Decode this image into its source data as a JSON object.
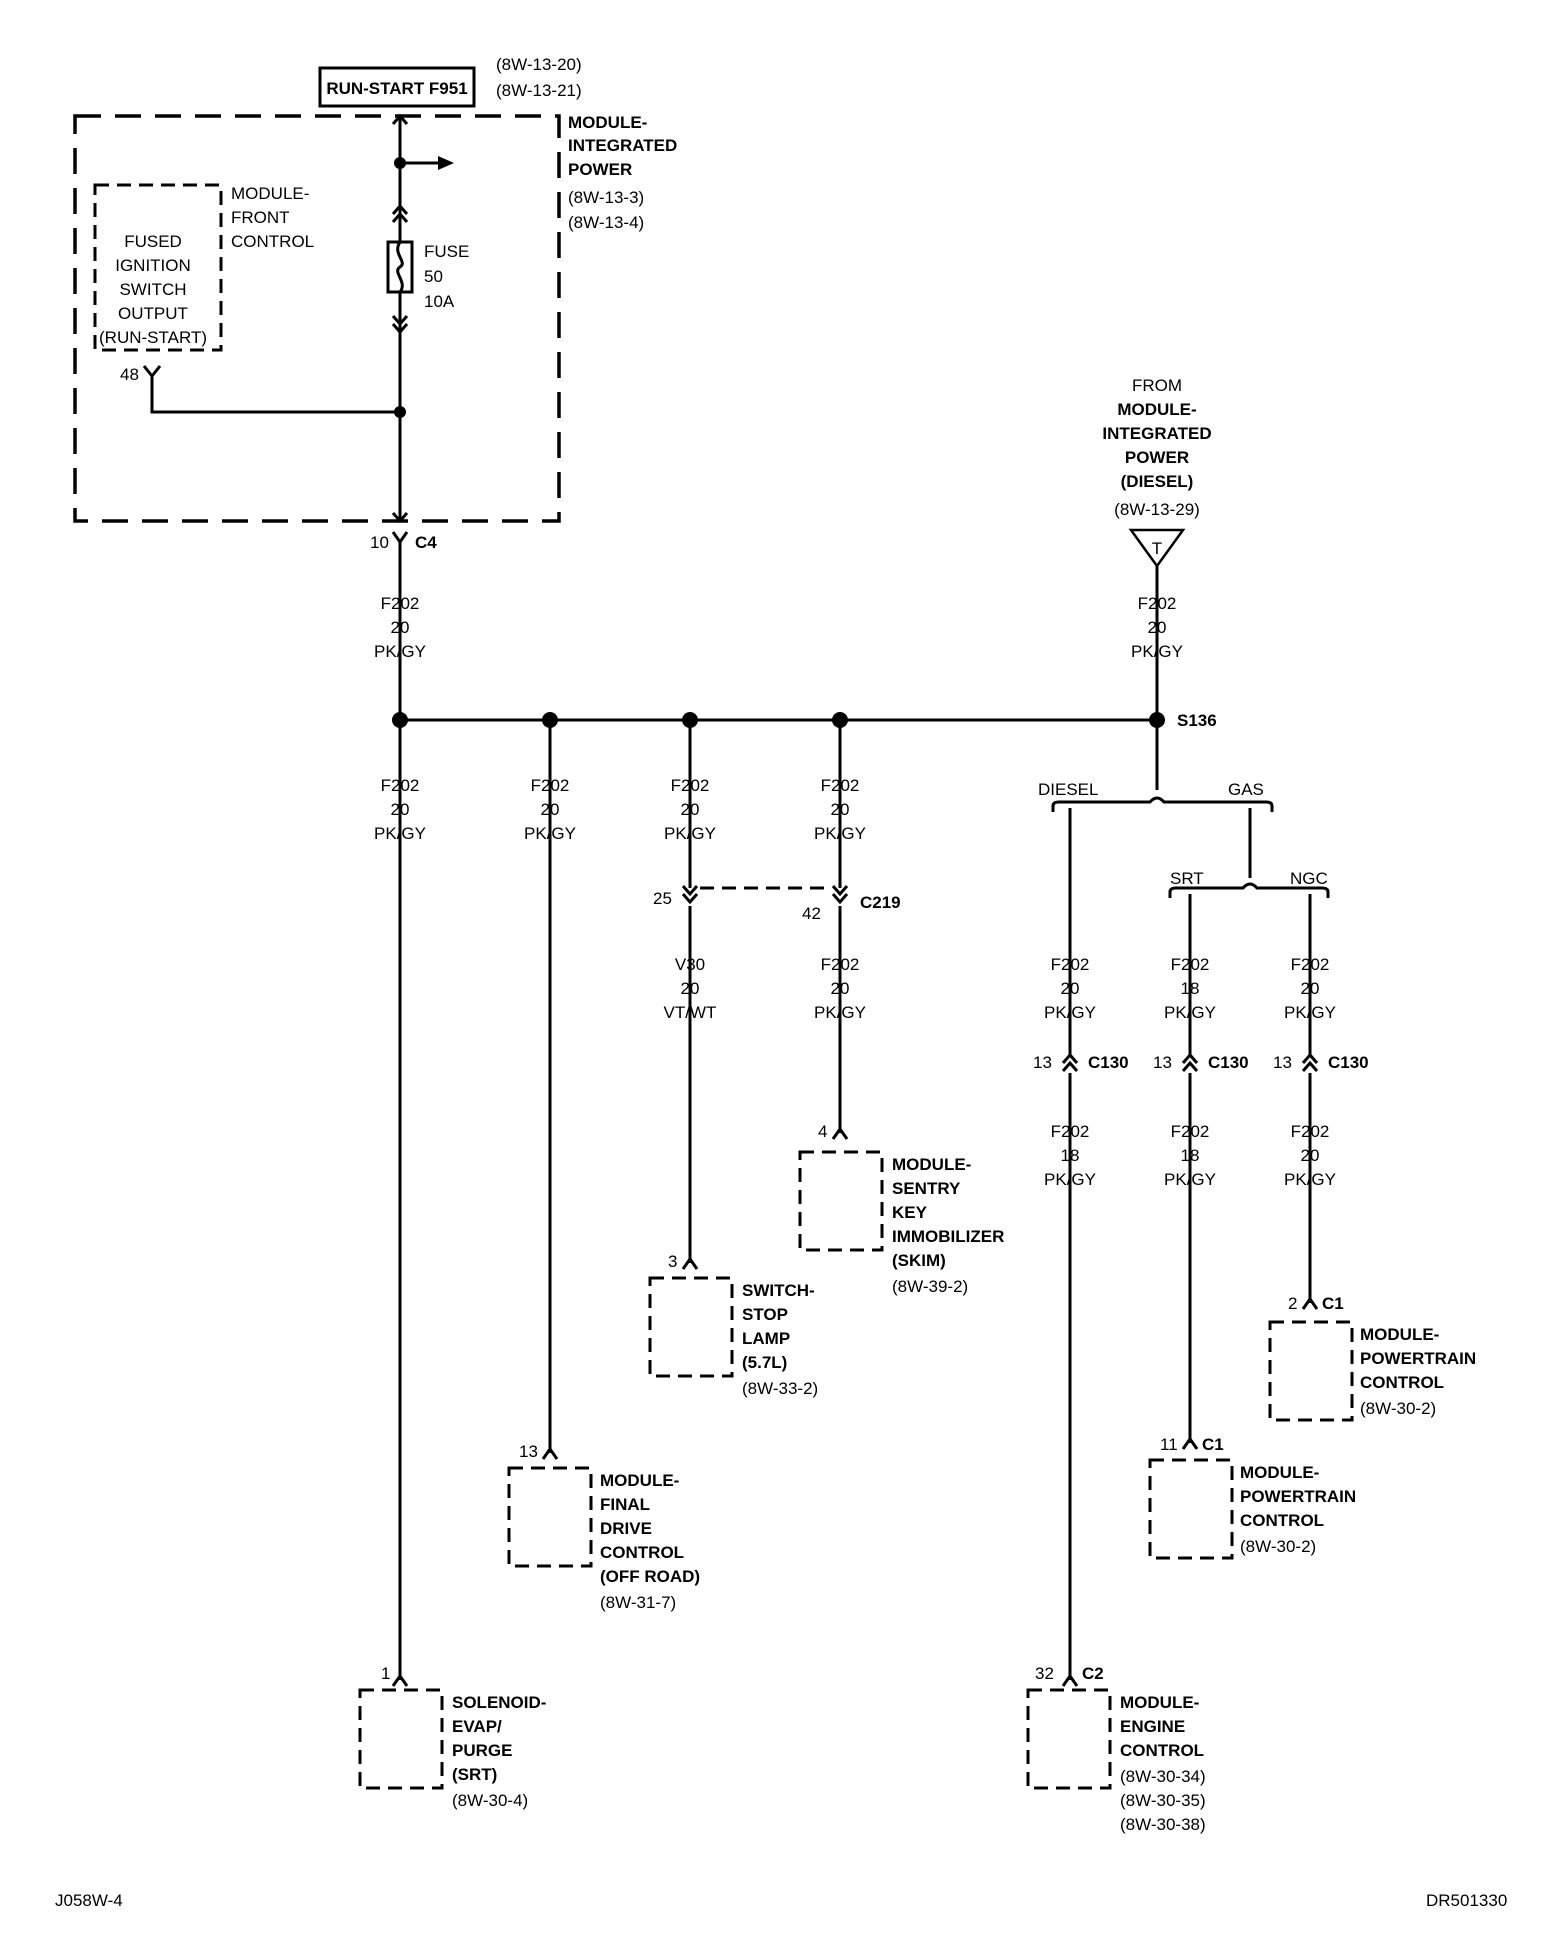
{
  "source_box": {
    "label": "RUN-START F951",
    "refs": [
      "(8W-13-20)",
      "(8W-13-21)"
    ]
  },
  "mip": {
    "lines": [
      "MODULE-",
      "INTEGRATED",
      "POWER"
    ],
    "refs": [
      "(8W-13-3)",
      "(8W-13-4)"
    ]
  },
  "mfc": {
    "lines": [
      "MODULE-",
      "FRONT",
      "CONTROL"
    ]
  },
  "fused_output": {
    "lines": [
      "FUSED",
      "IGNITION",
      "SWITCH",
      "OUTPUT",
      "(RUN-START)"
    ],
    "pin": "48"
  },
  "fuse": {
    "lines": [
      "FUSE",
      "50",
      "10A"
    ]
  },
  "c4": {
    "pin": "10",
    "name": "C4"
  },
  "wire_main": [
    "F202",
    "20",
    "PK/GY"
  ],
  "from_mip": {
    "lines": [
      "FROM",
      "MODULE-",
      "INTEGRATED",
      "POWER",
      "(DIESEL)"
    ],
    "ref": "(8W-13-29)",
    "tag": "T"
  },
  "splice": "S136",
  "labels": {
    "diesel": "DIESEL",
    "gas": "GAS",
    "srt": "SRT",
    "ngc": "NGC"
  },
  "col1": {
    "wire": [
      "F202",
      "20",
      "PK/GY"
    ],
    "pin": "1",
    "name": [
      "SOLENOID-",
      "EVAP/",
      "PURGE",
      "(SRT)"
    ],
    "ref": "(8W-30-4)"
  },
  "col2": {
    "wire": [
      "F202",
      "20",
      "PK/GY"
    ],
    "pin": "13",
    "name": [
      "MODULE-",
      "FINAL",
      "DRIVE",
      "CONTROL",
      "(OFF ROAD)"
    ],
    "ref": "(8W-31-7)"
  },
  "col3": {
    "wire_top": [
      "F202",
      "20",
      "PK/GY"
    ],
    "conn_pin": "25",
    "wire_bottom": [
      "V30",
      "20",
      "VT/WT"
    ],
    "pin": "3",
    "name": [
      "SWITCH-",
      "STOP",
      "LAMP",
      "(5.7L)"
    ],
    "ref": "(8W-33-2)"
  },
  "col4": {
    "wire_top": [
      "F202",
      "20",
      "PK/GY"
    ],
    "conn_pin": "42",
    "conn_name": "C219",
    "wire_bottom": [
      "F202",
      "20",
      "PK/GY"
    ],
    "pin": "4",
    "name": [
      "MODULE-",
      "SENTRY",
      "KEY",
      "IMMOBILIZER",
      "(SKIM)"
    ],
    "ref": "(8W-39-2)"
  },
  "col5": {
    "wire_top": [
      "F202",
      "20",
      "PK/GY"
    ],
    "conn_pin": "13",
    "conn_name": "C130",
    "wire_bottom": [
      "F202",
      "18",
      "PK/GY"
    ],
    "pin": "32",
    "pin_conn": "C2",
    "name": [
      "MODULE-",
      "ENGINE",
      "CONTROL"
    ],
    "refs": [
      "(8W-30-34)",
      "(8W-30-35)",
      "(8W-30-38)"
    ]
  },
  "col6": {
    "wire_top": [
      "F202",
      "18",
      "PK/GY"
    ],
    "conn_pin": "13",
    "conn_name": "C130",
    "wire_bottom": [
      "F202",
      "18",
      "PK/GY"
    ],
    "pin": "11",
    "pin_conn": "C1",
    "name": [
      "MODULE-",
      "POWERTRAIN",
      "CONTROL"
    ],
    "ref": "(8W-30-2)"
  },
  "col7": {
    "wire_top": [
      "F202",
      "20",
      "PK/GY"
    ],
    "conn_pin": "13",
    "conn_name": "C130",
    "wire_bottom": [
      "F202",
      "20",
      "PK/GY"
    ],
    "pin": "2",
    "pin_conn": "C1",
    "name": [
      "MODULE-",
      "POWERTRAIN",
      "CONTROL"
    ],
    "ref": "(8W-30-2)"
  },
  "footer": {
    "left": "J058W-4",
    "right": "DR501330"
  }
}
